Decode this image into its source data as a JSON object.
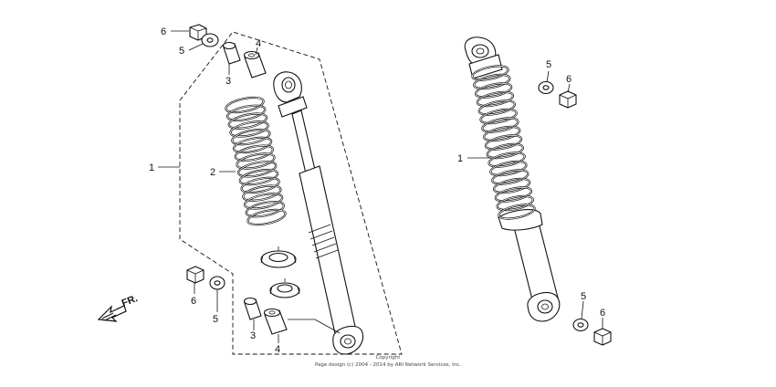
{
  "labels": {
    "l1_left": "1",
    "l2": "2",
    "l3_top": "3",
    "l3_bottom": "3",
    "l4_top": "4",
    "l4_bottom": "4",
    "l5_top": "5",
    "l5_bottom": "5",
    "l6_top": "6",
    "l6_bottom": "6",
    "l1_right": "1",
    "r5_top": "5",
    "r6_top": "6",
    "r5_bottom": "5",
    "r6_bottom": "6"
  },
  "direction": {
    "label": "FR."
  },
  "copyright": {
    "line1": "Copyright",
    "line2": "Page design (c) 2004 - 2014 by ARI Network Services, Inc."
  }
}
